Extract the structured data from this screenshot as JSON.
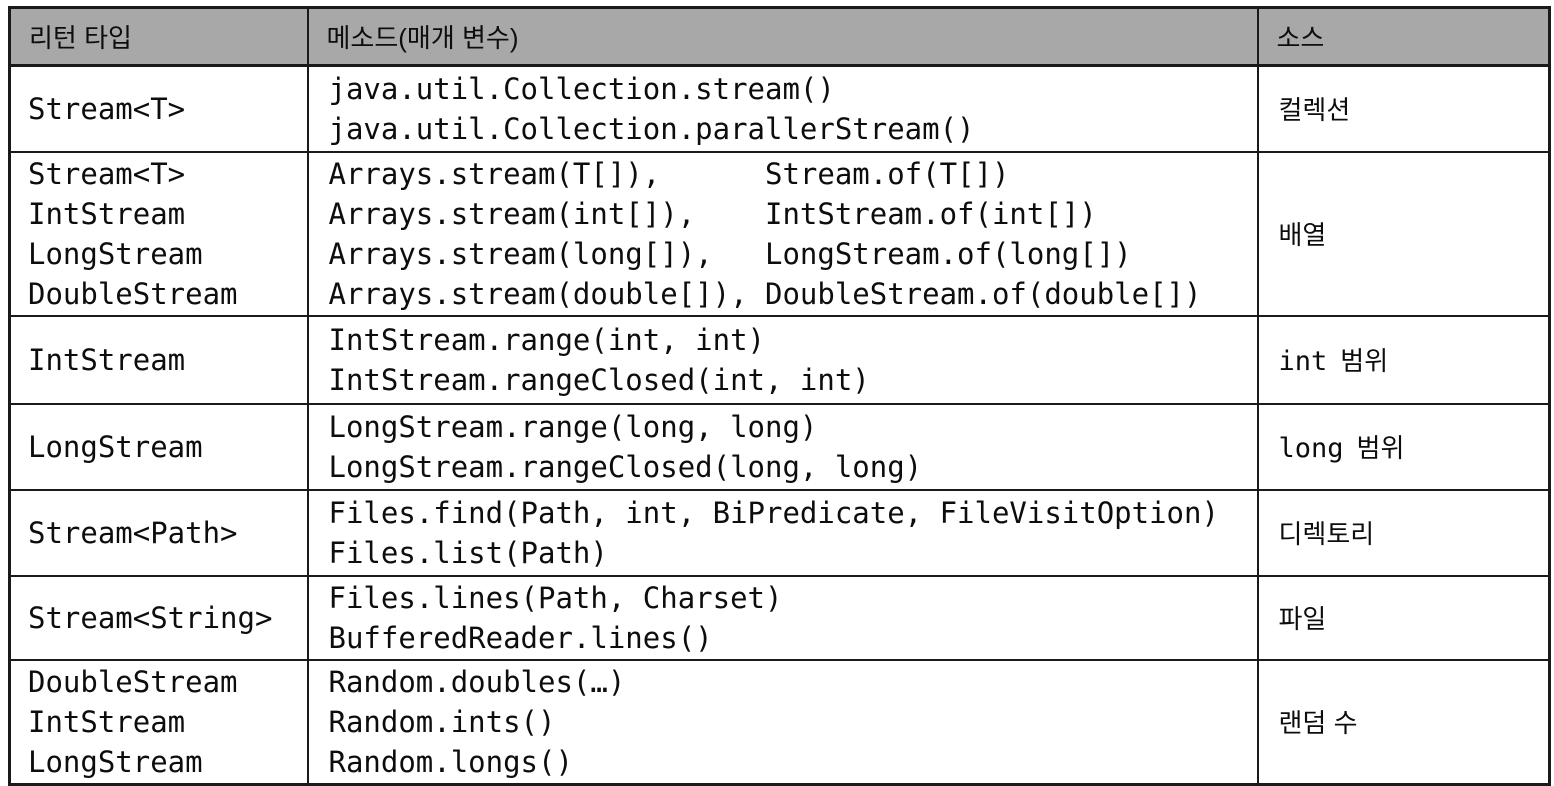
{
  "table": {
    "title_semantic": "java-stream-source-methods-table",
    "headers": {
      "return_type": "리턴 타입",
      "method": "메소드(매개 변수)",
      "source": "소스"
    },
    "rows": [
      {
        "returns": [
          "Stream<T>"
        ],
        "methods": [
          "java.util.Collection.stream()",
          "java.util.Collection.parallerStream()"
        ],
        "source_code": "",
        "source_label": "컬렉션"
      },
      {
        "returns": [
          "Stream<T>",
          "IntStream",
          "LongStream",
          "DoubleStream"
        ],
        "methods": [
          "Arrays.stream(T[]),      Stream.of(T[])",
          "Arrays.stream(int[]),    IntStream.of(int[])",
          "Arrays.stream(long[]),   LongStream.of(long[])",
          "Arrays.stream(double[]), DoubleStream.of(double[])"
        ],
        "source_code": "",
        "source_label": "배열"
      },
      {
        "returns": [
          "IntStream"
        ],
        "methods": [
          "IntStream.range(int, int)",
          "IntStream.rangeClosed(int, int)"
        ],
        "source_code": "int",
        "source_label": "범위"
      },
      {
        "returns": [
          "LongStream"
        ],
        "methods": [
          "LongStream.range(long, long)",
          "LongStream.rangeClosed(long, long)"
        ],
        "source_code": "long",
        "source_label": "범위"
      },
      {
        "returns": [
          "Stream<Path>"
        ],
        "methods": [
          "Files.find(Path, int, BiPredicate, FileVisitOption)",
          "Files.list(Path)"
        ],
        "source_code": "",
        "source_label": "디렉토리"
      },
      {
        "returns": [
          "Stream<String>"
        ],
        "methods": [
          "Files.lines(Path, Charset)",
          "BufferedReader.lines()"
        ],
        "source_code": "",
        "source_label": "파일"
      },
      {
        "returns": [
          "DoubleStream",
          "IntStream",
          "LongStream"
        ],
        "methods": [
          "Random.doubles(…)",
          "Random.ints()",
          "Random.longs()"
        ],
        "source_code": "",
        "source_label": "랜덤 수"
      }
    ]
  },
  "colors": {
    "header_bg": "#a8a8a8",
    "border": "#1a1a1a",
    "text": "#0d0d0d",
    "page_bg": "#ffffff"
  }
}
